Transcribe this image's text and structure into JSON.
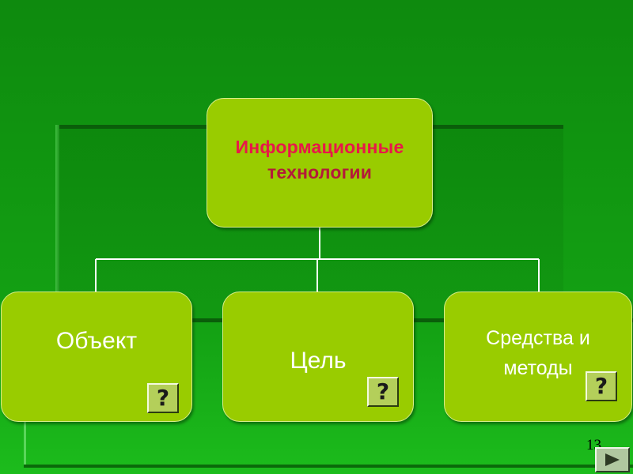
{
  "diagram": {
    "root": {
      "line1": "Информационные",
      "line2": "технологии",
      "text_color": "#e8174a"
    },
    "children": [
      {
        "label": "Объект"
      },
      {
        "label": "Цель"
      },
      {
        "label_line1": "Средства и",
        "label_line2": "методы"
      }
    ],
    "box_color": "#99cc00",
    "connector_color": "#ffffff"
  },
  "controls": {
    "help_symbol": "?",
    "next_icon": "triangle-right-icon"
  },
  "slide": {
    "page_number": "13",
    "background_color": "#109410"
  }
}
